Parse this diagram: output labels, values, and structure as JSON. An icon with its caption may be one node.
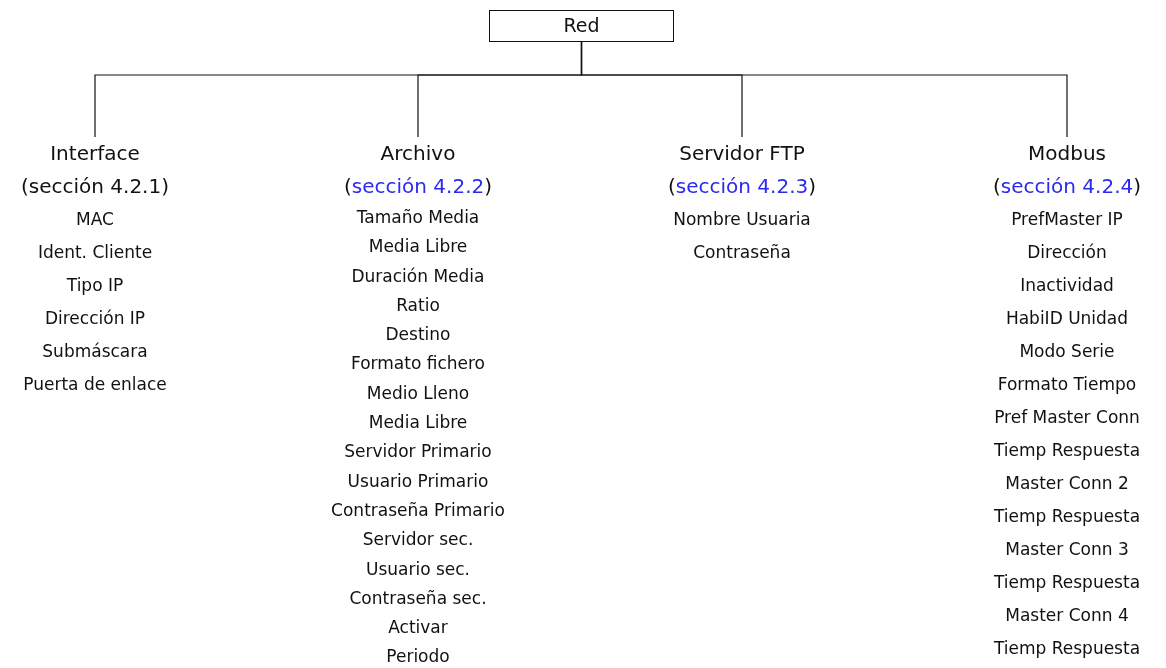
{
  "diagram": {
    "nodes": [
      {
        "text": [
          "Red"
        ]
      },
      {
        "text": [
          "Interface",
          "(sección 4.2.1)",
          "MAC",
          "Ident. Cliente",
          "Tipo IP",
          "Dirección IP",
          "Submáscara",
          "Puerta de enlace"
        ]
      },
      {
        "text": [
          "Archivo",
          "(sección 4.2.2)",
          "Tamaño Media",
          "Media Libre",
          "Duración Media",
          "Ratio",
          "Destino",
          "Formato fichero",
          "Medio Lleno",
          "Media Libre",
          "Servidor Primario",
          "Usuario Primario",
          "Contraseña Primario",
          "Servidor sec.",
          "Usuario sec.",
          "Contraseña sec.",
          "Activar",
          "Periodo"
        ]
      },
      {
        "text": [
          "Servidor FTP",
          "(sección 4.2.3)",
          "Nombre Usuaria",
          "Contraseña"
        ]
      },
      {
        "text": [
          "Modbus",
          "(sección 4.2.4)",
          "PrefMaster IP",
          "Dirección",
          "Inactividad",
          "HabiID Unidad",
          "Modo Serie",
          "Formato Tiempo",
          "Pref Master Conn",
          "Tiemp Respuesta",
          "Master Conn 2",
          "Tiemp Respuesta",
          "Master Conn 3",
          "Tiemp Respuesta",
          "Master Conn 4",
          "Tiemp Respuesta"
        ]
      }
    ],
    "edges": [
      {
        "from": 0,
        "to": 1,
        "arrow": "none"
      },
      {
        "from": 0,
        "to": 2,
        "arrow": "none"
      },
      {
        "from": 0,
        "to": 3,
        "arrow": "none"
      },
      {
        "from": 0,
        "to": 4,
        "arrow": "none"
      }
    ]
  }
}
